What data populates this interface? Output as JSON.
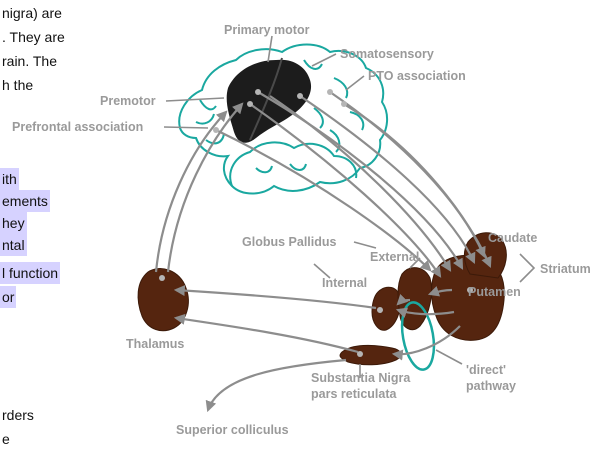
{
  "left_text": {
    "lines": [
      {
        "text": "nigra) are",
        "highlight": false
      },
      {
        "text": ". They are",
        "highlight": false
      },
      {
        "text": "rain. The",
        "highlight": false
      },
      {
        "text": "h the",
        "highlight": false
      },
      {
        "text": "ith",
        "highlight": true
      },
      {
        "text": "ements",
        "highlight": true
      },
      {
        "text": "hey",
        "highlight": true
      },
      {
        "text": "ntal",
        "highlight": true
      },
      {
        "text": "l function",
        "highlight": true
      },
      {
        "text": "or",
        "highlight": true
      },
      {
        "text": "rders",
        "highlight": false
      },
      {
        "text": "e",
        "highlight": false
      }
    ]
  },
  "diagram": {
    "labels": {
      "primary_motor": "Primary motor",
      "somatosensory": "Somatosensory",
      "pto_association": "PTO association",
      "premotor": "Premotor",
      "prefrontal_association": "Prefrontal association",
      "globus_pallidus": "Globus Pallidus",
      "external": "External",
      "internal": "Internal",
      "caudate": "Caudate",
      "striatum": "Striatum",
      "putamen": "Putamen",
      "thalamus": "Thalamus",
      "substantia_nigra_line1": "Substantia Nigra",
      "substantia_nigra_line2": "pars reticulata",
      "direct_line1": "'direct'",
      "direct_line2": "pathway",
      "superior_colliculus": "Superior colliculus"
    },
    "colors": {
      "nucleus": "#55250f",
      "brain_outline": "#1aa8a0",
      "motor_cortex": "#1c1c1c",
      "arrow": "#8d8d8d",
      "label": "#9a9a9a",
      "highlight": "#d6d2ff"
    }
  }
}
